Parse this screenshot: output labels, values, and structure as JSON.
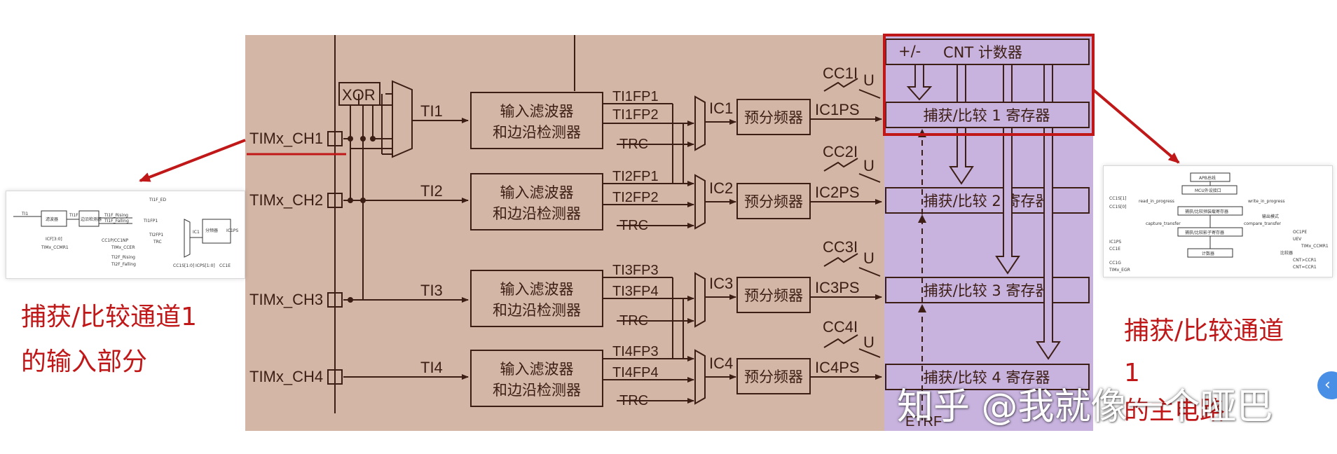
{
  "labels": {
    "left_caption_line1": "捕获/比较通道1",
    "left_caption_line2": "的输入部分",
    "right_caption_line1": "捕获/比较通道",
    "right_caption_line2": "1",
    "right_caption_line3": "的主电路",
    "watermark": "知乎 @我就像一个哑巴"
  },
  "inputs": [
    "TIMx_CH1",
    "TIMx_CH2",
    "TIMx_CH3",
    "TIMx_CH4"
  ],
  "xor": "XOR",
  "ti": [
    "TI1",
    "TI2",
    "TI3",
    "TI4"
  ],
  "filter": {
    "line1": "输入滤波器",
    "line2": "和边沿检测器"
  },
  "fp": [
    [
      "TI1FP1",
      "TI1FP2"
    ],
    [
      "TI2FP1",
      "TI2FP2"
    ],
    [
      "TI3FP3",
      "TI3FP4"
    ],
    [
      "TI4FP3",
      "TI4FP4"
    ]
  ],
  "trc": "TRC",
  "ic": [
    "IC1",
    "IC2",
    "IC3",
    "IC4"
  ],
  "prescaler": "预分频器",
  "icps": [
    "IC1PS",
    "IC2PS",
    "IC3PS",
    "IC4PS"
  ],
  "cci": [
    "CC1I",
    "CC2I",
    "CC3I",
    "CC4I"
  ],
  "u": "U",
  "cnt": {
    "plusminus": "+/-",
    "label": "CNT 计数器"
  },
  "ccr": [
    "捕获/比较 1 寄存器",
    "捕获/比较 2 寄存器",
    "捕获/比较 3 寄存器",
    "捕获/比较 4 寄存器"
  ],
  "etrf": "ETRF",
  "colors": {
    "background": "#d3b6a6",
    "purple": "#c8b3df",
    "line": "#3c1e14",
    "highlight": "#c01818"
  },
  "left_thumb": {
    "texts": [
      "TI1",
      "TI1F",
      "滤波器",
      "边沿检测器",
      "TI1F_Rising",
      "TI1F_Falling",
      "TI1F_ED",
      "TI1FP1",
      "IC1",
      "IC1PS",
      "ICF[3:0]",
      "CC1P/CC1NP",
      "TIMx_CCMR1",
      "TIMx_CCER",
      "CC1S[1:0]",
      "ICPS[1:0]",
      "CC1E",
      "TRC",
      "TI2FP1",
      "TI2F_Rising",
      "TI2F_Falling",
      "分频器"
    ]
  },
  "right_thumb": {
    "texts": [
      "APB总线",
      "MCU外设接口",
      "捕获/比较预装载寄存器",
      "捕获/比较影子寄存器",
      "计数器",
      "read_in_progress",
      "write_in_progress",
      "capture_transfer",
      "compare_transfer",
      "CC1S[1]",
      "CC1S[0]",
      "IC1PS",
      "CC1E",
      "CC1G",
      "TIMx_EGR",
      "OC1PE",
      "UEV",
      "TIMx_CCMR1",
      "比较器",
      "输出模式",
      "CNT>CCR1",
      "CNT=CCR1"
    ]
  }
}
